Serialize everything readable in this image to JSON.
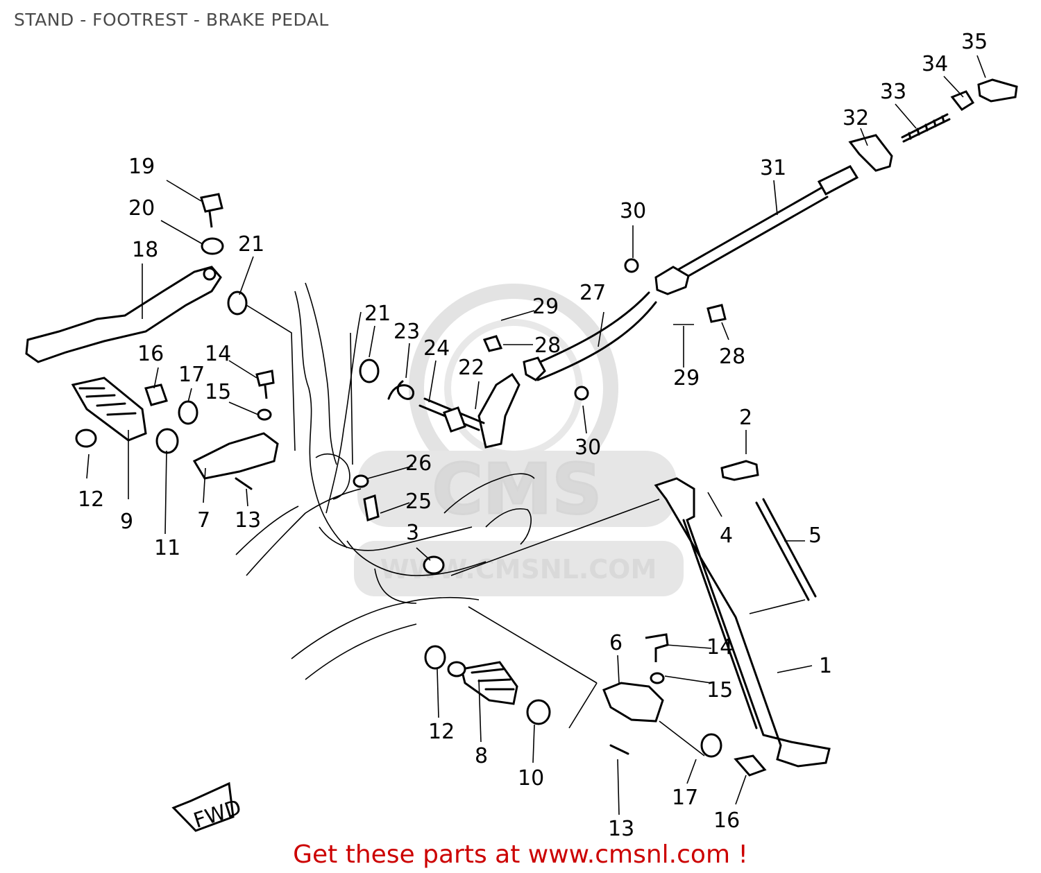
{
  "title": "STAND - FOOTREST - BRAKE PEDAL",
  "footer": "Get these parts at www.cmsnl.com !",
  "watermark": {
    "logo": "CMS",
    "url": "WWW.CMSNL.COM",
    "color": "#d9d9d9"
  },
  "fwd_label": "FWD",
  "colors": {
    "title": "#4a4a4a",
    "footer": "#cc0000",
    "lines": "#000000"
  },
  "callouts": [
    {
      "id": "c35",
      "label": "35"
    },
    {
      "id": "c34",
      "label": "34"
    },
    {
      "id": "c33",
      "label": "33"
    },
    {
      "id": "c32",
      "label": "32"
    },
    {
      "id": "c31",
      "label": "31"
    },
    {
      "id": "c30a",
      "label": "30"
    },
    {
      "id": "c30b",
      "label": "30"
    },
    {
      "id": "c29a",
      "label": "29"
    },
    {
      "id": "c29b",
      "label": "29"
    },
    {
      "id": "c28a",
      "label": "28"
    },
    {
      "id": "c28b",
      "label": "28"
    },
    {
      "id": "c27",
      "label": "27"
    },
    {
      "id": "c26",
      "label": "26"
    },
    {
      "id": "c25",
      "label": "25"
    },
    {
      "id": "c24",
      "label": "24"
    },
    {
      "id": "c23",
      "label": "23"
    },
    {
      "id": "c22",
      "label": "22"
    },
    {
      "id": "c21a",
      "label": "21"
    },
    {
      "id": "c21b",
      "label": "21"
    },
    {
      "id": "c20",
      "label": "20"
    },
    {
      "id": "c19",
      "label": "19"
    },
    {
      "id": "c18",
      "label": "18"
    },
    {
      "id": "c17a",
      "label": "17"
    },
    {
      "id": "c17b",
      "label": "17"
    },
    {
      "id": "c16a",
      "label": "16"
    },
    {
      "id": "c16b",
      "label": "16"
    },
    {
      "id": "c15a",
      "label": "15"
    },
    {
      "id": "c15b",
      "label": "15"
    },
    {
      "id": "c14a",
      "label": "14"
    },
    {
      "id": "c14b",
      "label": "14"
    },
    {
      "id": "c13a",
      "label": "13"
    },
    {
      "id": "c13b",
      "label": "13"
    },
    {
      "id": "c12a",
      "label": "12"
    },
    {
      "id": "c12b",
      "label": "12"
    },
    {
      "id": "c11",
      "label": "11"
    },
    {
      "id": "c10",
      "label": "10"
    },
    {
      "id": "c9",
      "label": "9"
    },
    {
      "id": "c8",
      "label": "8"
    },
    {
      "id": "c7",
      "label": "7"
    },
    {
      "id": "c6",
      "label": "6"
    },
    {
      "id": "c5",
      "label": "5"
    },
    {
      "id": "c4",
      "label": "4"
    },
    {
      "id": "c3",
      "label": "3"
    },
    {
      "id": "c2",
      "label": "2"
    },
    {
      "id": "c1",
      "label": "1"
    }
  ]
}
